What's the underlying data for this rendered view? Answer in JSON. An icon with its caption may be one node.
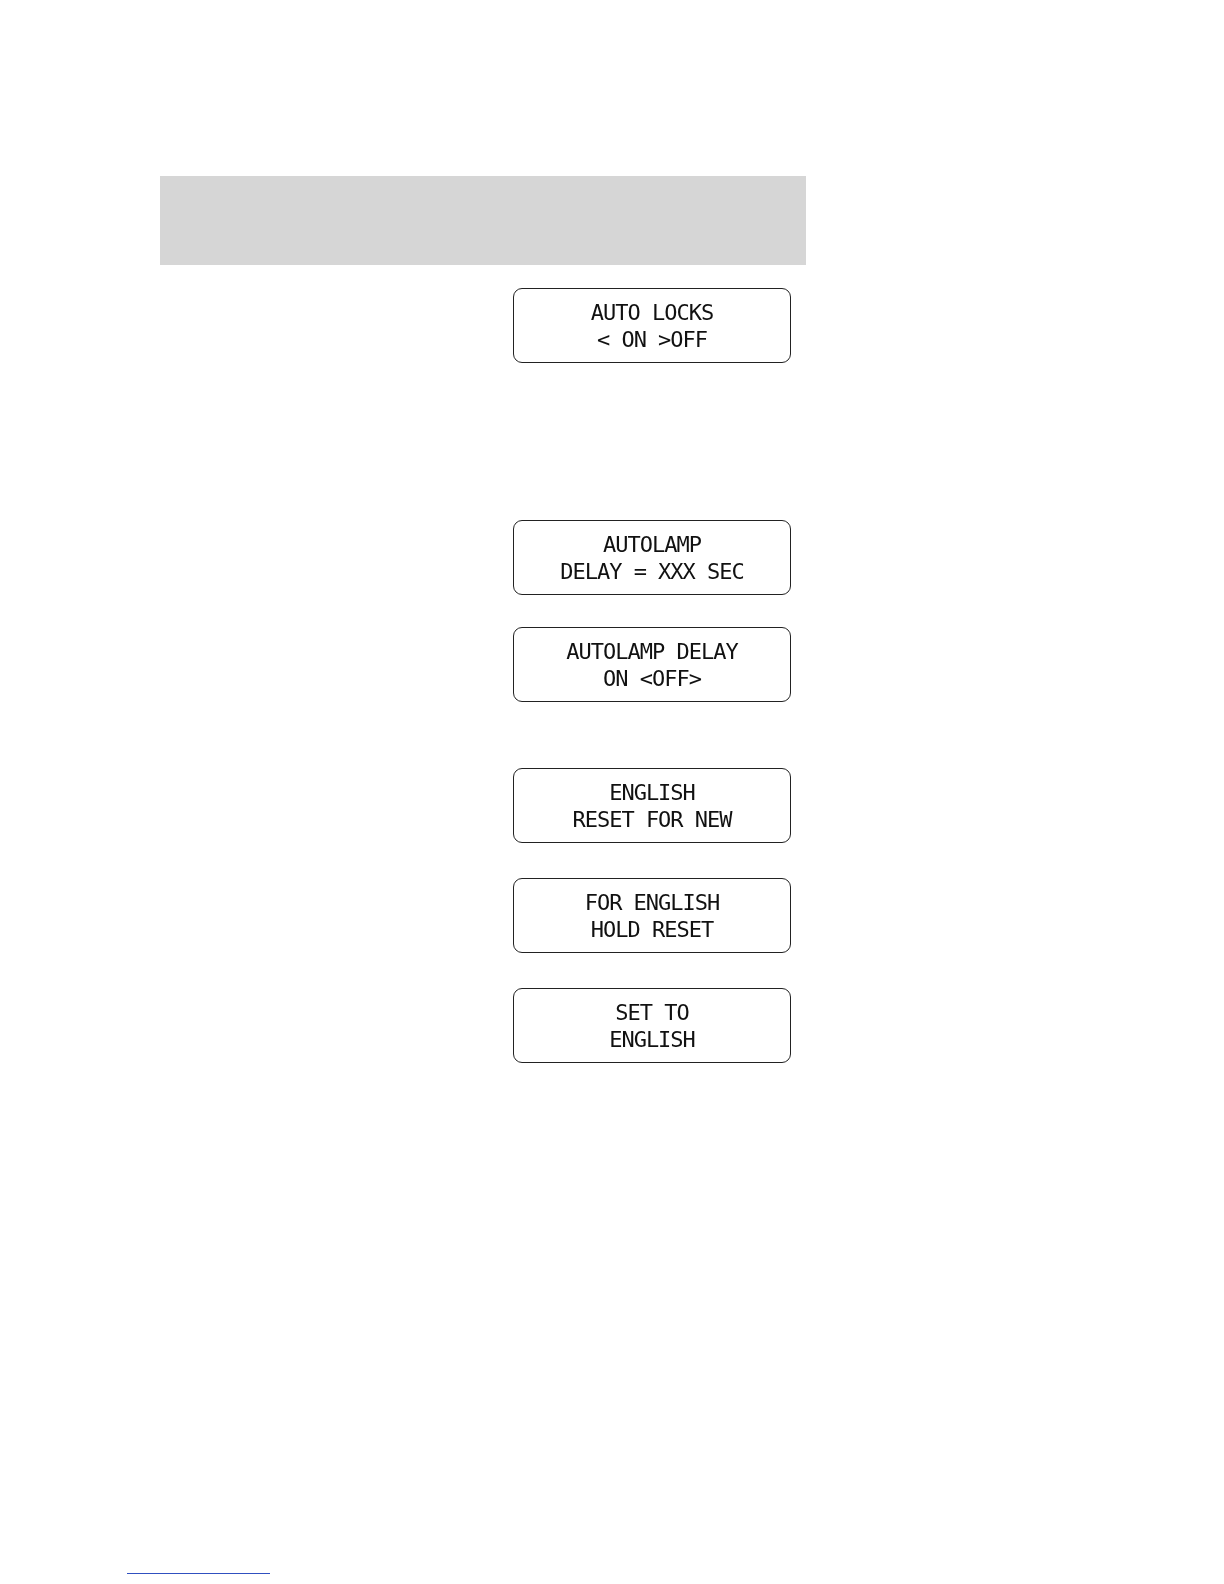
{
  "diagram": {
    "nodes": [
      {
        "text": [
          "AUTO LOCKS",
          "< ON >OFF"
        ]
      },
      {
        "text": [
          "AUTOLAMP",
          "DELAY = XXX SEC"
        ]
      },
      {
        "text": [
          "AUTOLAMP DELAY",
          "ON <OFF>"
        ]
      },
      {
        "text": [
          "ENGLISH",
          "RESET FOR NEW"
        ]
      },
      {
        "text": [
          "FOR ENGLISH",
          "HOLD RESET"
        ]
      },
      {
        "text": [
          "SET TO",
          "ENGLISH"
        ]
      }
    ]
  }
}
